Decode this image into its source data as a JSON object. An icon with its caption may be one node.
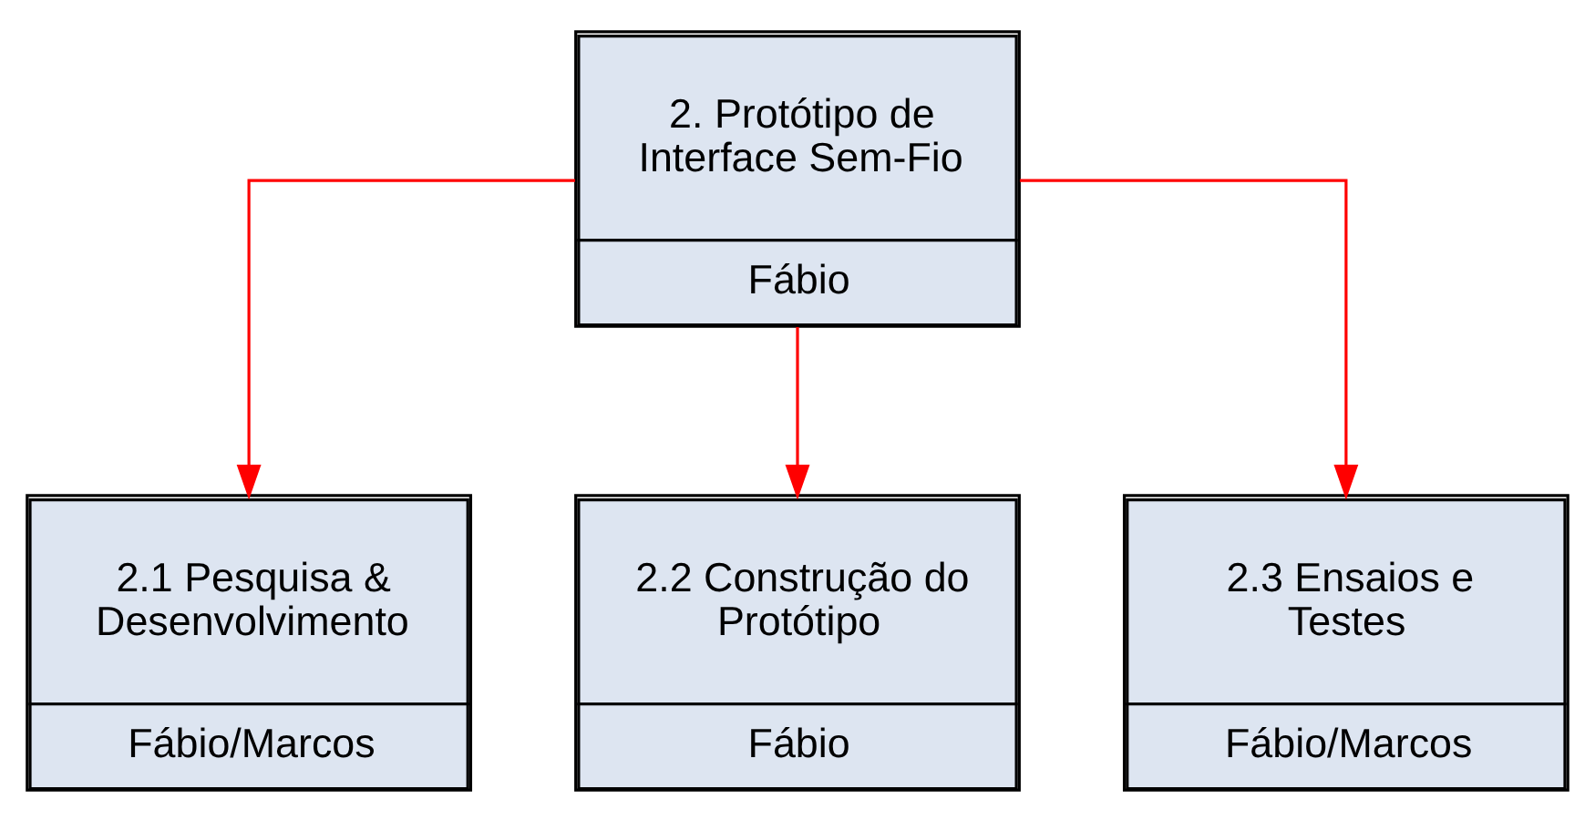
{
  "diagram": {
    "nodes": [
      {
        "text": [
          "2. Protótipo de Interface Sem-Fio",
          "Fábio"
        ]
      },
      {
        "text": [
          "2.1 Pesquisa & Desenvolvimento",
          "Fábio/Marcos"
        ]
      },
      {
        "text": [
          "2.2 Construção do Protótipo",
          "Fábio"
        ]
      },
      {
        "text": [
          "2.3 Ensaios e Testes",
          "Fábio/Marcos"
        ]
      }
    ],
    "edges": [
      {
        "from": 0,
        "to": 1,
        "arrow": "to"
      },
      {
        "from": 0,
        "to": 2,
        "arrow": "to"
      },
      {
        "from": 0,
        "to": 3,
        "arrow": "to"
      }
    ]
  }
}
